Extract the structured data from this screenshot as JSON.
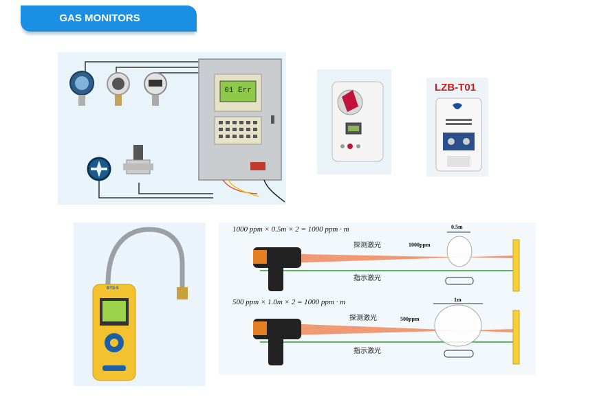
{
  "header": {
    "title": "GAS MONITORS"
  },
  "controller": {
    "display_text": "01 Err"
  },
  "detector_box": {
    "model": "LZB-T01"
  },
  "diagram": {
    "formula_top": "1000 ppm × 0.5m × 2 = 1000 ppm · m",
    "formula_bottom": "500 ppm × 1.0m × 2 = 1000 ppm · m",
    "detect_label": "探测激光",
    "indicate_label": "指示激光",
    "top_conc": "1000ppm",
    "bottom_conc": "500ppm",
    "top_width": "0.5m",
    "bottom_width": "1m"
  },
  "handheld": {
    "model": "BTS-5"
  }
}
